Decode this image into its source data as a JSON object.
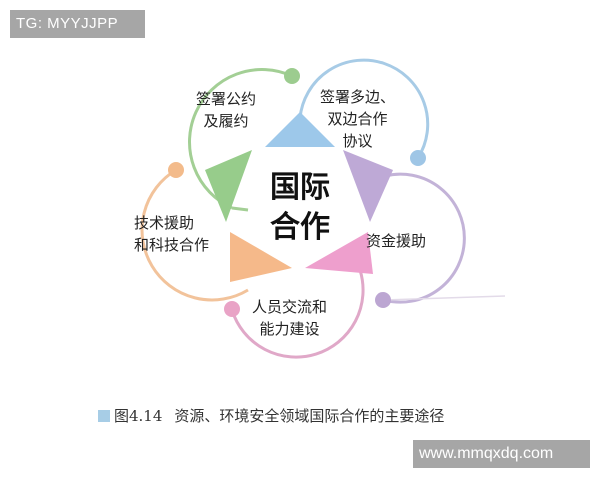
{
  "watermarks": {
    "top": "TG: MYYJJPP",
    "bottom": "www.mmqxdq.com"
  },
  "diagram": {
    "center": {
      "line1": "国际",
      "line2": "合作"
    },
    "nodes": [
      {
        "id": "conventions",
        "line1": "签署公约",
        "line2": "及履约",
        "color": "#9ccc8f"
      },
      {
        "id": "agreements",
        "line1": "签署多边、",
        "line2": "双边合作",
        "line3": "协议",
        "color": "#9fc6e6"
      },
      {
        "id": "funding",
        "line1": "资金援助",
        "color": "#bca6d2"
      },
      {
        "id": "capacity",
        "line1": "人员交流和",
        "line2": "能力建设",
        "color": "#e9a3c6"
      },
      {
        "id": "technical",
        "line1": "技术援助",
        "line2": "和科技合作",
        "color": "#f3bb8b"
      }
    ]
  },
  "caption": {
    "figure_number": "图4.14",
    "text": "资源、环境安全领域国际合作的主要途径",
    "marker_color": "#a7cde6"
  }
}
